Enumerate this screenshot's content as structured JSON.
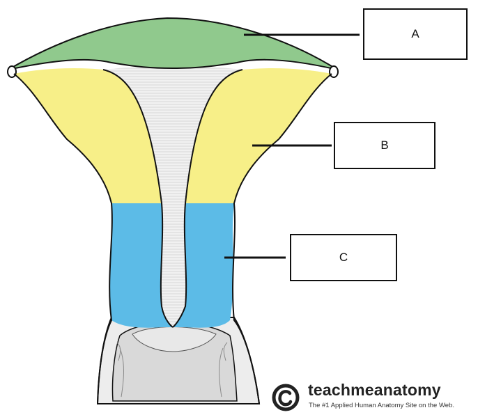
{
  "labels": {
    "a": "A",
    "b": "B",
    "c": "C"
  },
  "brand": {
    "name": "teachmeanatomy",
    "tagline": "The #1 Applied Human Anatomy Site on the Web.",
    "mark": "©"
  },
  "colors": {
    "region_a": "#90c98d",
    "region_b": "#f7ef88",
    "region_c": "#5cbbe7",
    "cavity": "#f1f1f1",
    "vagina": "#d9d9d9",
    "outline": "#111111"
  }
}
